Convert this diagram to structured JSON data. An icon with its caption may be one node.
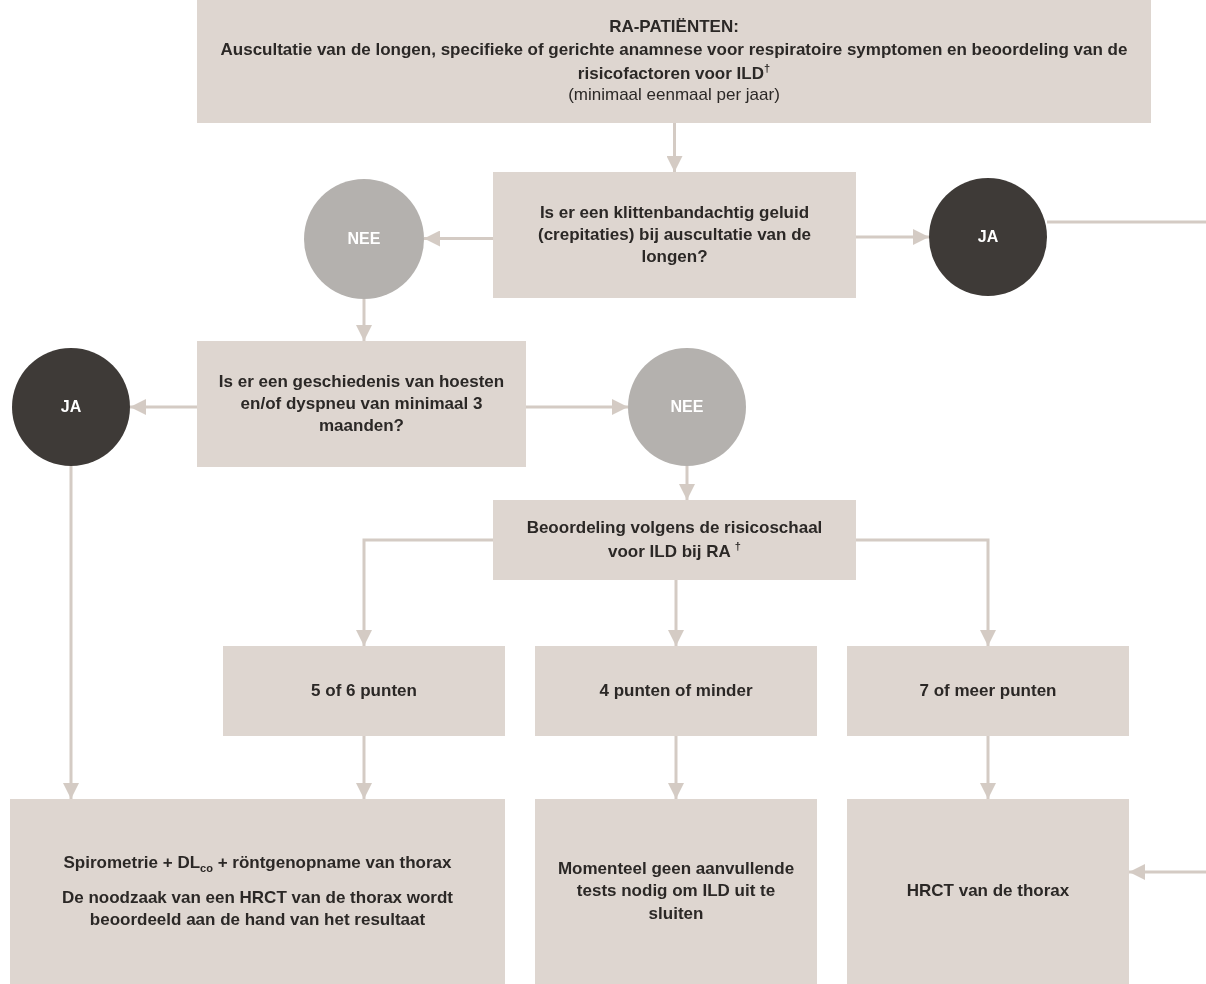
{
  "diagram": {
    "nodes": [
      {
        "text": [
          "RA-PATIËNTEN:",
          "Auscultatie van de longen, specifieke of gerichte anamnese voor respiratoire symptomen en beoordeling van de risicofactoren voor ILD$^{†}$",
          "(minimaal eenmaal per jaar)"
        ]
      },
      {
        "text": [
          "Is er een klittenbandachtig geluid (crepitaties) bij auscultatie van de longen?"
        ]
      },
      {
        "text": [
          "NEE"
        ]
      },
      {
        "text": [
          "JA"
        ]
      },
      {
        "text": [
          "Is er een geschiedenis van hoesten en/of dyspneu van minimaal 3 maanden?"
        ]
      },
      {
        "text": [
          "JA"
        ]
      },
      {
        "text": [
          "NEE"
        ]
      },
      {
        "text": [
          "Beoordeling volgens de risicoschaal voor ILD bij RA $^{†}$"
        ]
      },
      {
        "text": [
          "5 of 6 punten"
        ]
      },
      {
        "text": [
          "4 punten of minder"
        ]
      },
      {
        "text": [
          "7 of meer punten"
        ]
      },
      {
        "text": [
          "Spirometrie + DL$_{co}$ + röntgenopname van thorax",
          "De noodzaak van een HRCT van de thorax wordt beoordeeld aan de hand van het resultaat"
        ]
      },
      {
        "text": [
          "Momenteel geen aanvullende tests nodig om ILD uit te sluiten"
        ]
      },
      {
        "text": [
          "HRCT van de thorax"
        ]
      }
    ],
    "edges": [
      {
        "from": 0,
        "to": 1,
        "arrow": "to"
      },
      {
        "from": 1,
        "to": 2,
        "arrow": "to"
      },
      {
        "from": 1,
        "to": 3,
        "arrow": "to"
      },
      {
        "from": 2,
        "to": 4,
        "arrow": "to"
      },
      {
        "from": 4,
        "to": 5,
        "arrow": "to"
      },
      {
        "from": 4,
        "to": 6,
        "arrow": "to"
      },
      {
        "from": 6,
        "to": 7,
        "arrow": "to"
      },
      {
        "from": 7,
        "to": 8,
        "arrow": "to"
      },
      {
        "from": 7,
        "to": 9,
        "arrow": "to"
      },
      {
        "from": 7,
        "to": 10,
        "arrow": "to"
      },
      {
        "from": 5,
        "to": 11,
        "arrow": "to"
      },
      {
        "from": 8,
        "to": 11,
        "arrow": "to"
      },
      {
        "from": 9,
        "to": 12,
        "arrow": "to"
      },
      {
        "from": 10,
        "to": 13,
        "arrow": "to"
      },
      {
        "from": 3,
        "to": null,
        "arrow": "none"
      },
      {
        "from": null,
        "to": 13,
        "arrow": "to"
      }
    ]
  }
}
